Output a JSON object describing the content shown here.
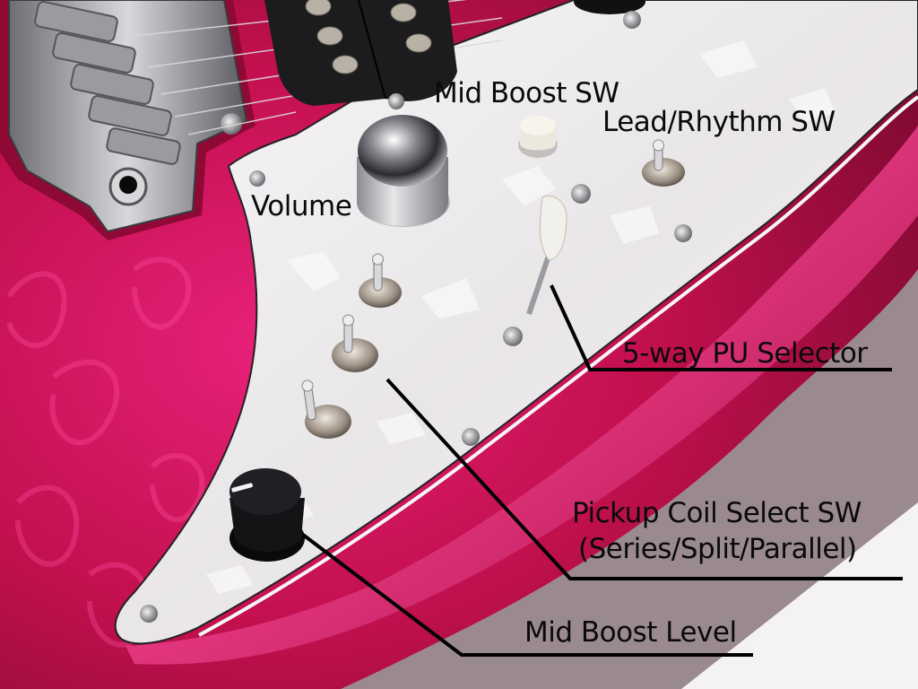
{
  "image": {
    "subject": "Electric guitar control layout (pink quilted body, white pearl pickguard)",
    "colors": {
      "body_pink": "#d0115a",
      "body_dark": "#8e0a35",
      "pickguard": "#f1eff0",
      "background": "#9a8a8e",
      "chrome": "#c9c9cc",
      "label_text": "#0a0a0a"
    }
  },
  "annotations": [
    {
      "id": "volume",
      "label": "Volume"
    },
    {
      "id": "mid_boost_sw",
      "label": "Mid Boost SW"
    },
    {
      "id": "lead_rhythm_sw",
      "label": "Lead/Rhythm SW"
    },
    {
      "id": "pu_selector",
      "label": "5-way PU Selector"
    },
    {
      "id": "coil_select",
      "label": "Pickup Coil Select SW",
      "sublabel": "(Series/Split/Parallel)"
    },
    {
      "id": "mid_boost_level",
      "label": "Mid Boost Level"
    }
  ]
}
